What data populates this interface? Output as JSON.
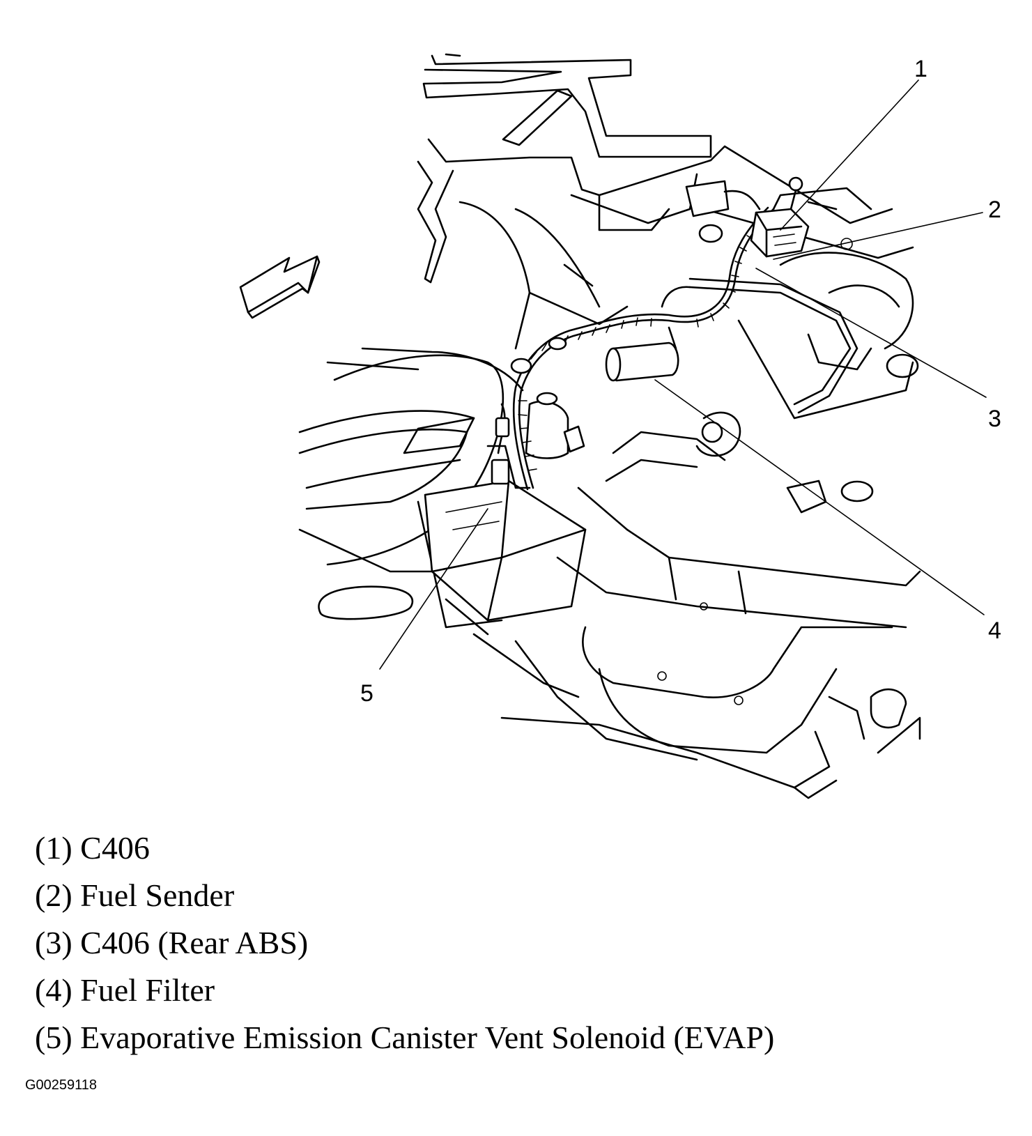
{
  "callouts": [
    "1",
    "2",
    "3",
    "4",
    "5"
  ],
  "legend": [
    "(1) C406",
    "(2) Fuel Sender",
    "(3) C406 (Rear ABS)",
    "(4) Fuel Filter",
    "(5) Evaporative Emission Canister Vent Solenoid (EVAP)"
  ],
  "figure_id": "G00259118",
  "colors": {
    "ink": "#000000",
    "paper": "#ffffff"
  }
}
